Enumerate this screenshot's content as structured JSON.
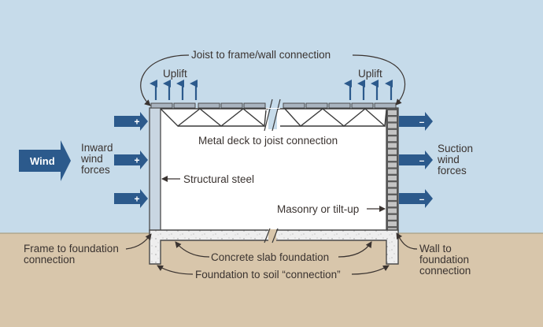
{
  "colors": {
    "sky": "#c6dbea",
    "ground": "#d8c6ab",
    "arrow_blue": "#2c5a8c",
    "outline": "#4a4a4a",
    "steel_fill": "#c9d6e2",
    "deck_fill": "#a9b4c0",
    "masonry_fill": "#bfbfbf",
    "concrete_fill": "#ededed",
    "text": "#3a3330"
  },
  "labels": {
    "joist_to_frame": "Joist to frame/wall connection",
    "uplift_left": "Uplift",
    "uplift_right": "Uplift",
    "metal_deck": "Metal deck to joist connection",
    "wind": "Wind",
    "inward": [
      "Inward",
      "wind",
      "forces"
    ],
    "suction": [
      "Suction",
      "wind",
      "forces"
    ],
    "structural_steel": "Structural steel",
    "masonry": "Masonry or tilt-up",
    "frame_to_foundation": [
      "Frame to foundation",
      "connection"
    ],
    "wall_to_foundation": [
      "Wall to",
      "foundation",
      "connection"
    ],
    "concrete_slab": "Concrete slab foundation",
    "foundation_to_soil": "Foundation to soil “connection”"
  },
  "force_symbols": {
    "inward": "+",
    "suction": "–"
  }
}
